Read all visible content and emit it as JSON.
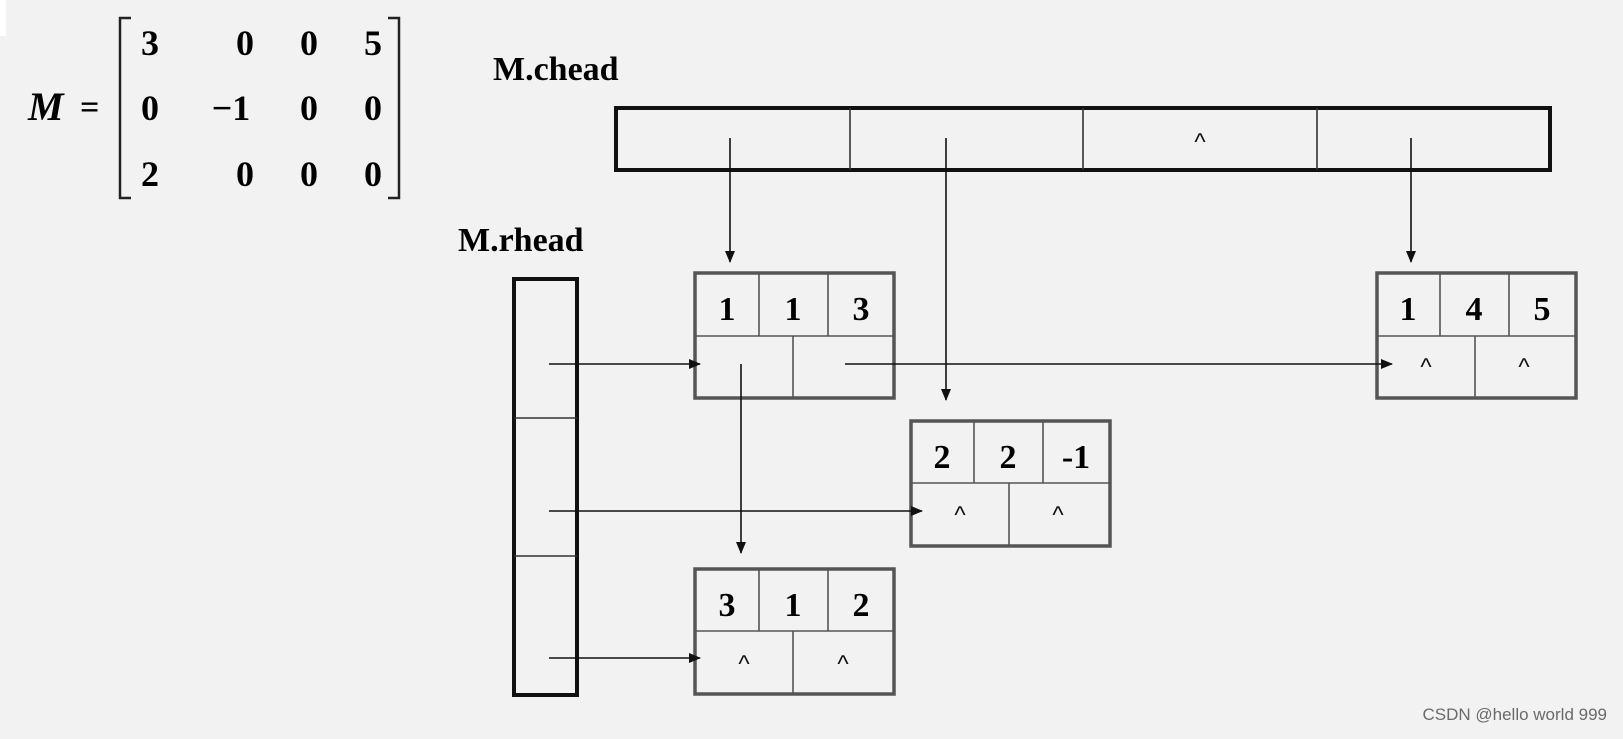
{
  "matrix": {
    "name": "M",
    "equals": "=",
    "rows": [
      [
        "3",
        "0",
        "0",
        "5"
      ],
      [
        "0",
        "−1",
        "0",
        "0"
      ],
      [
        "2",
        "0",
        "0",
        "0"
      ]
    ]
  },
  "labels": {
    "chead": "M.chead",
    "rhead": "M.rhead"
  },
  "null_symbol": "^",
  "nodes": [
    {
      "id": "node-1-1",
      "row": "1",
      "col": "1",
      "value": "3"
    },
    {
      "id": "node-1-4",
      "row": "1",
      "col": "4",
      "value": "5"
    },
    {
      "id": "node-2-2",
      "row": "2",
      "col": "2",
      "value": "-1"
    },
    {
      "id": "node-3-1",
      "row": "3",
      "col": "1",
      "value": "2"
    }
  ],
  "watermark": "CSDN @hello world 999"
}
